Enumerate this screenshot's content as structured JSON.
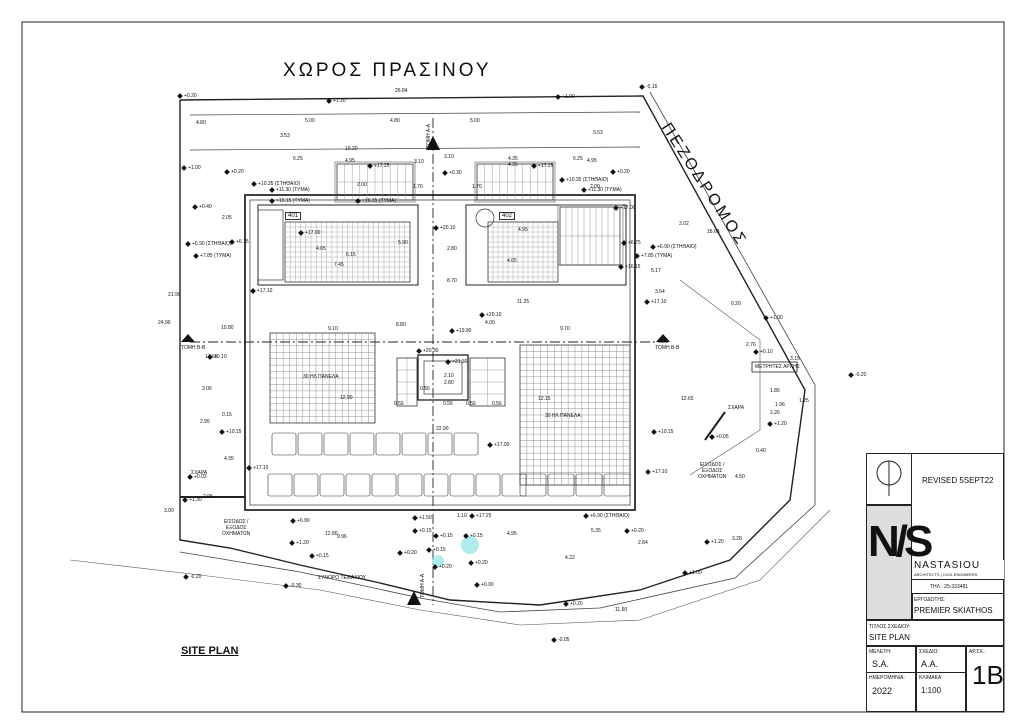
{
  "drawing": {
    "site_label_top": "ΧΩΡΟΣ ΠΡΑΣΙΝΟΥ",
    "site_label_street": "ΠΕΖΟΔΡΟΜΟΣ",
    "sheet_caption": "SITE PLAN",
    "rooms": {
      "room_401": "401",
      "room_402": "402"
    },
    "section_marks": {
      "a_top": "ΤΟΜΗ Α-Α",
      "a_bottom": "ΤΟΜΗ Α-Α",
      "b_left": "ΤΟΜΗ Β-Β",
      "b_right": "ΤΟΜΗ Β-Β"
    },
    "annotations": {
      "panels_left": "30 ΗΛ ΠΑΝΕΛΑ",
      "panels_right": "30 ΗΛ ΠΑΝΕΛΑ",
      "entrance_left": [
        "ΕΙΣΟΔΟΣ /",
        "ΕΞΟΔΟΣ",
        "ΟΧΗΜΑΤΩΝ"
      ],
      "entrance_right": [
        "ΕΙΣΟΔΟΣ /",
        "ΕΞΟΔΟΣ",
        "ΟΧΗΜΑΤΩΝ"
      ],
      "boundary": "ΣΥΝΟΡΟ ΤΕΜΑΧΙΟΥ",
      "grate_left": "ΣΧΑΡΑ",
      "grate_right": "ΣΧΑΡΑ",
      "meters": "ΜΕΤΡΗΤΕΣ ΑΡΧΗΣ"
    },
    "levels": [
      "+1.20",
      "+1.00",
      "+0.20",
      "+1.00",
      "+0.40",
      "+17.25",
      "+17.25",
      "+10.35 (ΣΤΗΘΑΙΟ)",
      "+10.35 (ΣΤΗΘΑΙΟ)",
      "+11.30 (ΤΥΜΑ)",
      "+11.30 (ΤΥΜΑ)",
      "+0.30",
      "+0.20",
      "+16.15 (ΤΥΜΑ)",
      "+16.15 (ΤΥΜΑ)",
      "+17.00",
      "+17.00",
      "+20.10",
      "+6.75",
      "+6.75",
      "+6.90 (ΣΤΗΘΑΙΟ)",
      "+6.90 (ΣΤΗΘΑΙΟ)",
      "+7.85 (ΤΥΜΑ)",
      "+7.85 (ΤΥΜΑ)",
      "+16.15",
      "+17.10",
      "+17.10",
      "+20.10",
      "+19.90",
      "+21.30",
      "+20.30",
      "+0.10",
      "+0.10",
      "+10.15",
      "+10.15",
      "+17.00",
      "+0.05",
      "+17.10",
      "+17.10",
      "+0.03",
      "+1.30",
      "+1.00",
      "+1.20",
      "+6.90",
      "+1.50",
      "+17.25",
      "+6.90 (ΣΤΗΘΑΙΟ)",
      "+0.15",
      "+0.15",
      "+0.15",
      "+0.20",
      "+1.20",
      "+0.15",
      "+0.20",
      "+0.20",
      "+0.20",
      "+1.00",
      "+1.20",
      "+0.20",
      "+0.15",
      "+0.00",
      "-0.05",
      "-0.20",
      "-0.30",
      "-0.20",
      "-0.15",
      "+0.20"
    ],
    "dims": [
      "26.84",
      "4.80",
      "5.00",
      "4.80",
      "5.00",
      "3.53",
      "3.53",
      "6.25",
      "10.20",
      "6.25",
      "3.10",
      "4.95",
      "4.35",
      "3.10",
      "4.35",
      "4.95",
      "2.00",
      "1.70",
      "1.70",
      "2.00",
      "21.90",
      "24.90",
      "2.05",
      "4.65",
      "4.95",
      "4.65",
      "6.15",
      "5.90",
      "2.80",
      "7.45",
      "8.70",
      "10.80",
      "11.25",
      "9.10",
      "8.80",
      "9.70",
      "4.00",
      "17.65",
      "3.06",
      "12.90",
      "12.15",
      "2.95",
      "0.15",
      "4.35",
      "22.90",
      "2.05",
      "12.80",
      "9.96",
      "1.10",
      "4.95",
      "5.35",
      "4.22",
      "2.84",
      "3.28",
      "4.50",
      "12.65",
      "3.00",
      "5.17",
      "3.02",
      "18.63",
      "0.20",
      "2.76",
      "3.15",
      "1.86",
      "1.96",
      "2.10",
      "2.80",
      "0.56",
      "0.56",
      "0.56",
      "0.56",
      "0.56",
      "2.26",
      "0.40",
      "1.25",
      "3.64",
      "11.60"
    ]
  },
  "title_block": {
    "revision": "REVISED 5SEPT22",
    "firm_name": "NASTASIOU",
    "firm_subtitle": "ARCHITECTS | CIVIL ENGINEERS",
    "firm_phone": "ΤΗΛ.: 25-333481",
    "project_label": "ΕΡΓΟΔΟΤΗΣ:",
    "project_value": "PREMIER SKIATHOS",
    "drawing_title_label": "ΤΙΤΛΟΣ ΣΧΕΔΙΟΥ:",
    "drawing_title_value": "SITE PLAN",
    "study_label": "ΜΕΛΕΤΗ:",
    "study_value": "S.A.",
    "drawn_label": "ΣΧΕΔΙΟ:",
    "drawn_value": "A.A.",
    "sheet_no_label": "ΑΡ.ΣΧ.:",
    "sheet_no_value": "1B",
    "date_label": "ΗΜΕΡΟΜΗΝΙΑ:",
    "date_value": "2022",
    "scale_label": "ΚΛΙΜΑΚΑ:",
    "scale_value": "1:100",
    "logo_letters": "N/S"
  }
}
